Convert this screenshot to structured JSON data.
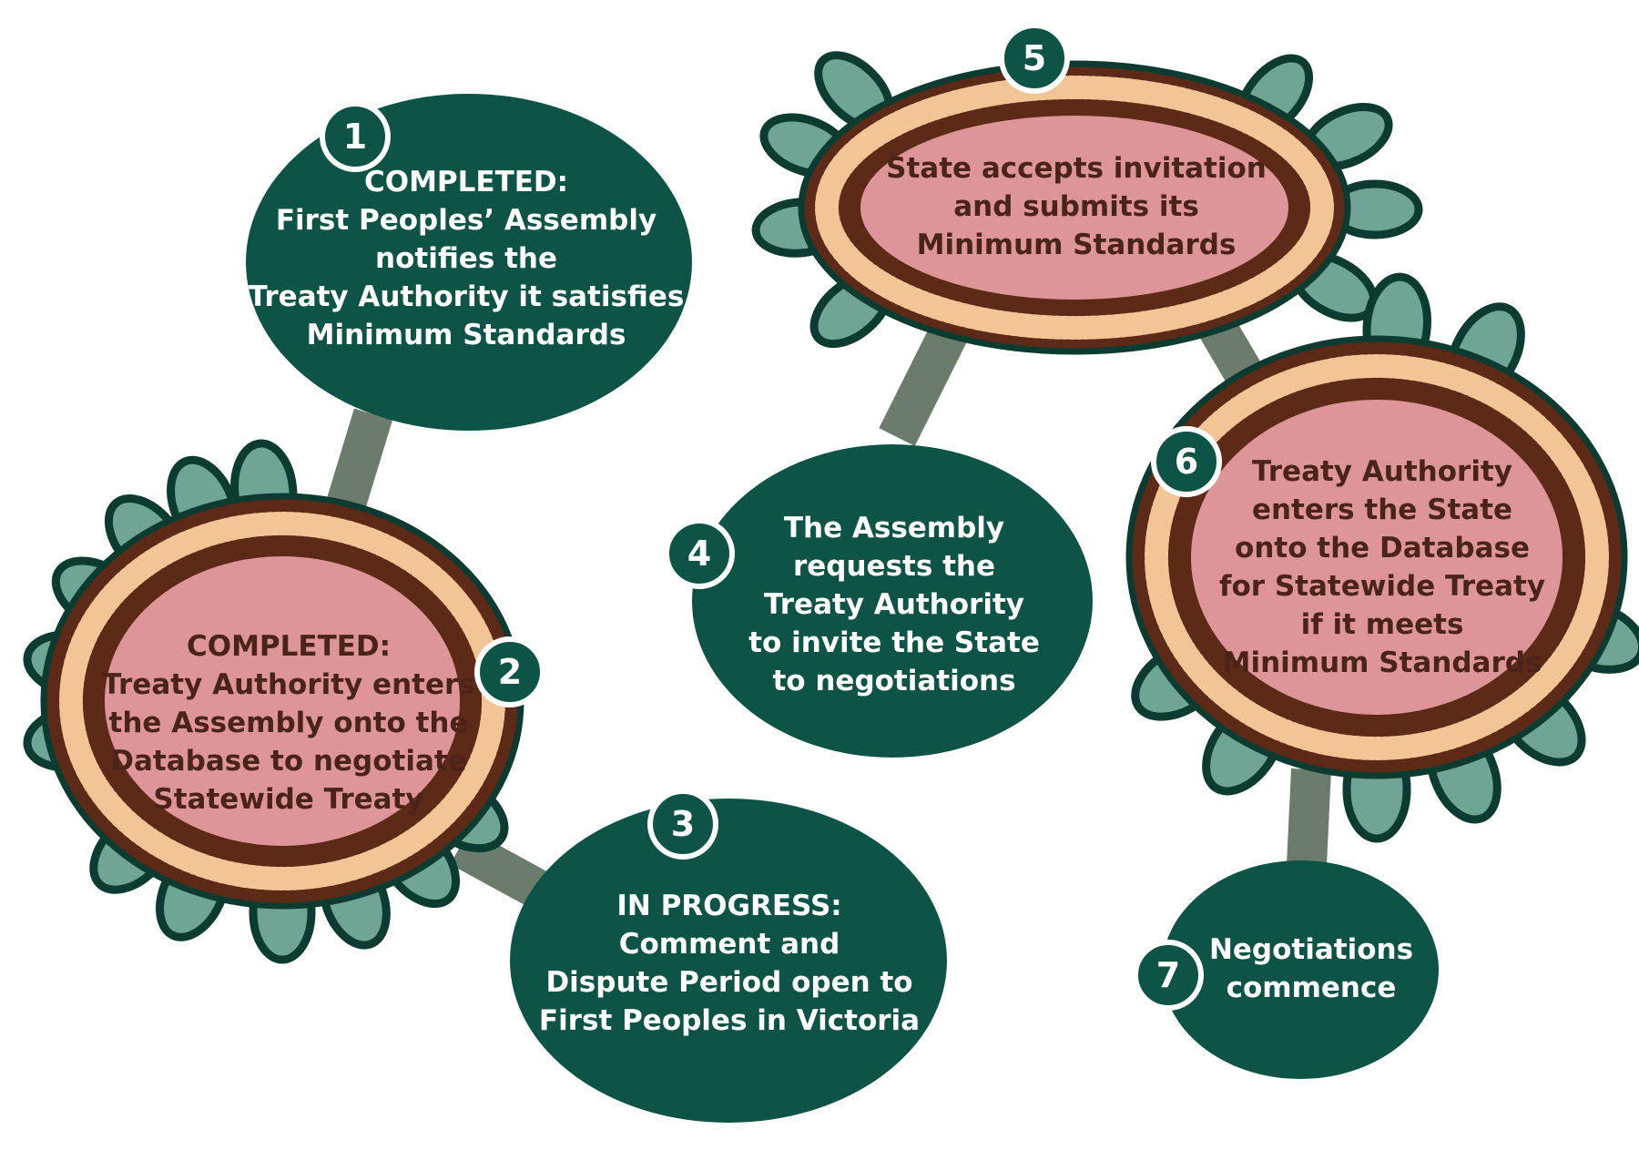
{
  "colors": {
    "green": "#0d5446",
    "pink": "#de9598",
    "brown": "#5c2a17",
    "dots": "#f3c596",
    "leaf": "#6ea595",
    "connector": "#6b7c6d",
    "light_text": "#ffffff",
    "dark_text": "#4a2418"
  },
  "steps": [
    {
      "number": "1",
      "lines": [
        "COMPLETED:",
        "First Peoples’ Assembly",
        "notifies the",
        "Treaty Authority it satisfies",
        "Minimum Standards"
      ]
    },
    {
      "number": "2",
      "lines": [
        "COMPLETED:",
        "Treaty Authority enters",
        "the Assembly onto the",
        "Database to negotiate",
        "Statewide Treaty"
      ]
    },
    {
      "number": "3",
      "lines": [
        "IN PROGRESS:",
        "Comment and",
        "Dispute Period open to",
        "First Peoples in Victoria"
      ]
    },
    {
      "number": "4",
      "lines": [
        "The Assembly",
        "requests the",
        "Treaty Authority",
        "to invite the State",
        "to negotiations"
      ]
    },
    {
      "number": "5",
      "lines": [
        "State accepts invitation",
        "and submits its",
        "Minimum Standards"
      ]
    },
    {
      "number": "6",
      "lines": [
        "Treaty Authority",
        "enters the State",
        "onto the Database",
        "for Statewide Treaty",
        "if it meets",
        "Minimum Standards"
      ]
    },
    {
      "number": "7",
      "lines": [
        "Negotiations",
        "commence"
      ]
    }
  ]
}
